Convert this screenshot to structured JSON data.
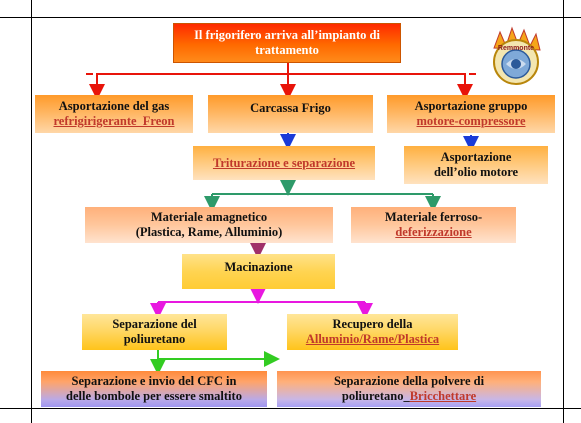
{
  "diagram": {
    "top": {
      "text": "Il frigorifero arriva all’impianto di trattamento"
    },
    "gas": {
      "line1": "Asportazione del gas",
      "link": "refrigirigerante_Freon"
    },
    "carcassa": {
      "text": "Carcassa Frigo"
    },
    "gruppo": {
      "line1": "Asportazione gruppo",
      "link": "motore-compressore"
    },
    "triturazione": {
      "link": "Triturazione e separazione"
    },
    "olio": {
      "line1": "Asportazione",
      "line2": "dell’olio motore"
    },
    "amagnetico": {
      "line1": "Materiale amagnetico",
      "line2": "(Plastica, Rame, Alluminio)"
    },
    "ferroso": {
      "line1": "Materiale ferroso-",
      "link": "deferizzazione"
    },
    "macinazione": {
      "text": "Macinazione"
    },
    "poliuretano": {
      "line1": "Separazione del",
      "line2": "poliuretano"
    },
    "recupero": {
      "line1": "Recupero della",
      "link": "Alluminio/Rame/Plastica"
    },
    "cfc": {
      "line1": "Separazione e invio del CFC in",
      "line2": "delle bombole per essere smaltito"
    },
    "polvere": {
      "line1": "Separazione della polvere di",
      "line2_plain": "poliuretano_",
      "line2_link": "Bricchettare"
    },
    "logo": {
      "text": "Remmonte"
    }
  },
  "colors": {
    "arrow_red": "#e8140a",
    "arrow_blue": "#1a3bd8",
    "arrow_green": "#2e9a6a",
    "arrow_purple": "#a0306a",
    "arrow_magenta": "#e818e0",
    "arrow_lime": "#33cc22"
  }
}
